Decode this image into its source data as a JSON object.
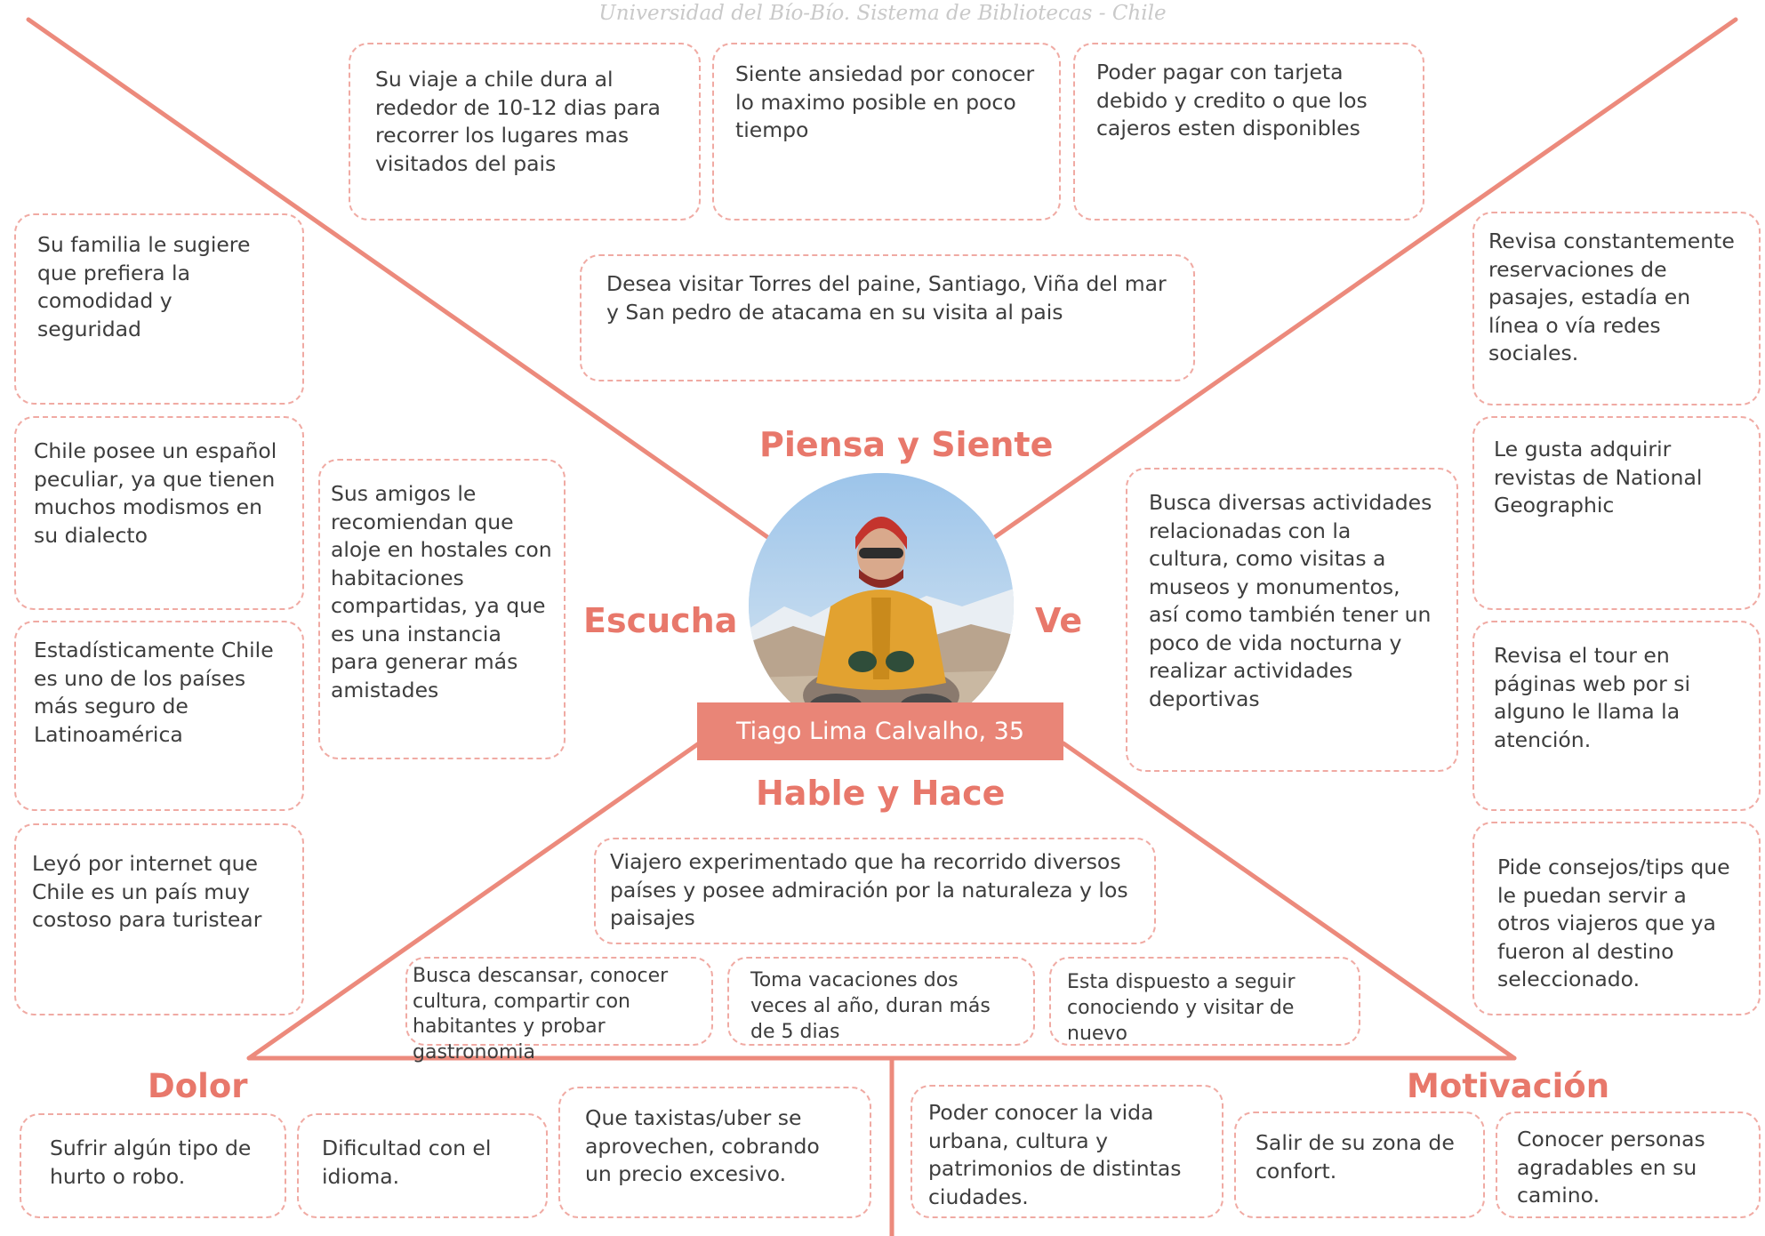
{
  "watermark": "Universidad del Bío-Bío. Sistema de Bibliotecas - Chile",
  "headings": {
    "piensa": "Piensa y Siente",
    "escucha": "Escucha",
    "ve": "Ve",
    "hable": "Hable y Hace",
    "dolor": "Dolor",
    "motivacion": "Motivación"
  },
  "persona": {
    "name": "Tiago Lima Calvalho, 35"
  },
  "piensa_notes": [
    "Su viaje a chile dura al rededor de 10-12 dias para recorrer los lugares mas visitados del pais",
    "Siente ansiedad por conocer lo maximo posible en poco tiempo",
    "Poder pagar con tarjeta debido y credito o que los cajeros esten disponibles",
    "Desea visitar Torres del paine, Santiago, Viña del mar y San pedro de atacama en su visita al pais"
  ],
  "escucha_notes": [
    "Su familia le sugiere que prefiera la comodidad y seguridad",
    "Chile posee un español peculiar, ya que tienen muchos modismos en su dialecto",
    "Estadísticamente Chile es uno de los países más seguro de Latinoamérica",
    "Leyó por internet que Chile es un país muy costoso para turistear",
    "Sus amigos le recomiendan que aloje en hostales con habitaciones compartidas, ya que es una instancia para generar más amistades"
  ],
  "ve_notes": [
    "Revisa constantemente reservaciones de pasajes, estadía en línea o vía redes sociales.",
    "Le gusta adquirir revistas de National Geographic",
    "Revisa el tour en páginas web por si alguno le llama la atención.",
    "Pide consejos/tips que le puedan servir a otros viajeros que ya fueron al destino seleccionado.",
    "Busca diversas actividades relacionadas con la cultura, como visitas a museos y monumentos, así como también tener un poco de vida nocturna y realizar actividades deportivas"
  ],
  "hace_notes": [
    "Viajero experimentado que ha recorrido diversos países y posee admiración por la naturaleza y los paisajes",
    "Busca descansar, conocer cultura, compartir con habitantes y probar gastronomia",
    "Toma vacaciones dos veces al año, duran más de 5 dias",
    "Esta dispuesto a seguir conociendo y visitar de nuevo"
  ],
  "dolor_notes": [
    "Sufrir algún tipo de hurto o robo.",
    "Dificultad con el idioma.",
    "Que taxistas/uber se aprovechen, cobrando un precio excesivo."
  ],
  "motivacion_notes": [
    "Poder conocer la vida urbana, cultura y patrimonios de distintas ciudades.",
    "Salir de su zona de confort.",
    "Conocer personas agradables en su camino."
  ],
  "colors": {
    "accent": "#e8786b",
    "line": "#ec8a7c",
    "note_border": "#f0aaa3",
    "nametag": "#e98577"
  },
  "icons": {
    "avatar": "traveler-photo"
  }
}
